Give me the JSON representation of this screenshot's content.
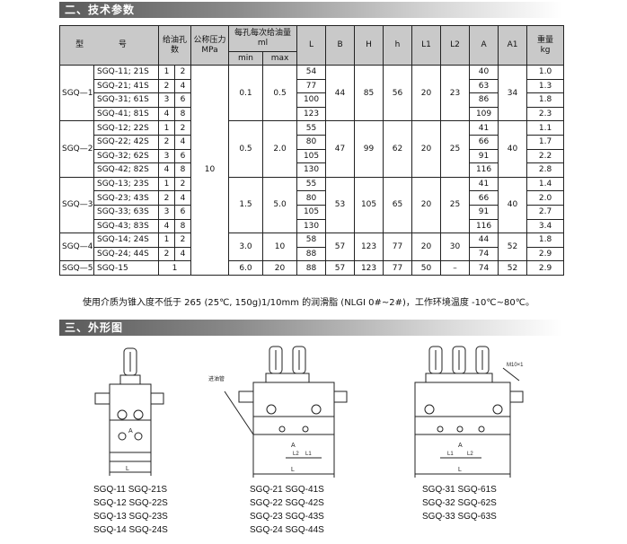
{
  "sections": {
    "tech_title": "二、技术参数",
    "shape_title": "三、外形图"
  },
  "table": {
    "headers": {
      "model": "型 号",
      "ports": "给油孔数",
      "pressure": "公称压力",
      "pressure_unit": "MPa",
      "volume": "每孔每次给油量 ml",
      "vmin": "min",
      "vmax": "max",
      "L": "L",
      "B": "B",
      "H": "H",
      "h": "h",
      "L1": "L1",
      "L2": "L2",
      "A": "A",
      "A1": "A1",
      "weight": "重量",
      "weight_unit": "kg"
    },
    "pressure_value": "10",
    "groups": [
      {
        "name": "SGQ—1",
        "min": "0.1",
        "max": "0.5",
        "B": "44",
        "H": "85",
        "h": "56",
        "L1": "20",
        "L2": "23",
        "A1": "34",
        "rows": [
          {
            "model": "SGQ-11; 21S",
            "a": "1",
            "b": "2",
            "L": "54",
            "A": "40",
            "wt": "1.0"
          },
          {
            "model": "SGQ-21; 41S",
            "a": "2",
            "b": "4",
            "L": "77",
            "A": "63",
            "wt": "1.3"
          },
          {
            "model": "SGQ-31; 61S",
            "a": "3",
            "b": "6",
            "L": "100",
            "A": "86",
            "wt": "1.8"
          },
          {
            "model": "SGQ-41; 81S",
            "a": "4",
            "b": "8",
            "L": "123",
            "A": "109",
            "wt": "2.3"
          }
        ]
      },
      {
        "name": "SGQ—2",
        "min": "0.5",
        "max": "2.0",
        "B": "47",
        "H": "99",
        "h": "62",
        "L1": "20",
        "L2": "25",
        "A1": "40",
        "rows": [
          {
            "model": "SGQ-12; 22S",
            "a": "1",
            "b": "2",
            "L": "55",
            "A": "41",
            "wt": "1.1"
          },
          {
            "model": "SGQ-22; 42S",
            "a": "2",
            "b": "4",
            "L": "80",
            "A": "66",
            "wt": "1.7"
          },
          {
            "model": "SGQ-32; 62S",
            "a": "3",
            "b": "6",
            "L": "105",
            "A": "91",
            "wt": "2.2"
          },
          {
            "model": "SGQ-42; 82S",
            "a": "4",
            "b": "8",
            "L": "130",
            "A": "116",
            "wt": "2.8"
          }
        ]
      },
      {
        "name": "SGQ—3",
        "min": "1.5",
        "max": "5.0",
        "B": "53",
        "H": "105",
        "h": "65",
        "L1": "20",
        "L2": "25",
        "A1": "40",
        "rows": [
          {
            "model": "SGQ-13; 23S",
            "a": "1",
            "b": "2",
            "L": "55",
            "A": "41",
            "wt": "1.4"
          },
          {
            "model": "SGQ-23; 43S",
            "a": "2",
            "b": "4",
            "L": "80",
            "A": "66",
            "wt": "2.0"
          },
          {
            "model": "SGQ-33; 63S",
            "a": "3",
            "b": "6",
            "L": "105",
            "A": "91",
            "wt": "2.7"
          },
          {
            "model": "SGQ-43; 83S",
            "a": "4",
            "b": "8",
            "L": "130",
            "A": "116",
            "wt": "3.4"
          }
        ]
      },
      {
        "name": "SGQ—4",
        "min": "3.0",
        "max": "10",
        "B": "57",
        "H": "123",
        "h": "77",
        "L1": "20",
        "L2": "30",
        "A1": "52",
        "rows": [
          {
            "model": "SGQ-14; 24S",
            "a": "1",
            "b": "2",
            "L": "58",
            "A": "44",
            "wt": "1.8"
          },
          {
            "model": "SGQ-24; 44S",
            "a": "2",
            "b": "4",
            "L": "88",
            "A": "74",
            "wt": "2.9"
          }
        ]
      }
    ],
    "last": {
      "name": "SGQ—5",
      "model": "SGQ-15",
      "a": "1",
      "min": "6.0",
      "max": "20",
      "L": "88",
      "B": "57",
      "H": "123",
      "h": "77",
      "L1": "50",
      "L2": "–",
      "A": "74",
      "A1": "52",
      "wt": "2.9"
    }
  },
  "note": "使用介质为锥入度不低于 265 (25℃, 150g)1/10mm 的润滑脂 (NLGI 0#~2#)，工作环境温度 -10℃~80℃。",
  "drawings": {
    "left_caption": [
      "SGQ-11  SGQ-21S",
      "SGQ-12  SGQ-22S",
      "SGQ-13  SGQ-23S",
      "SGQ-14  SGQ-24S"
    ],
    "mid_caption": [
      "SGQ-21  SGQ-41S",
      "SGQ-22  SGQ-42S",
      "SGQ-23  SGQ-43S",
      "SGQ-24  SGQ-44S"
    ],
    "right_caption": [
      "SGQ-31  SGQ-61S",
      "SGQ-32  SGQ-62S",
      "SGQ-33  SGQ-63S"
    ],
    "inlet_label": "进油管",
    "thread_label": "M10×1",
    "dim_A": "A",
    "dim_L": "L",
    "dim_L1": "L1",
    "dim_L2": "L2"
  }
}
